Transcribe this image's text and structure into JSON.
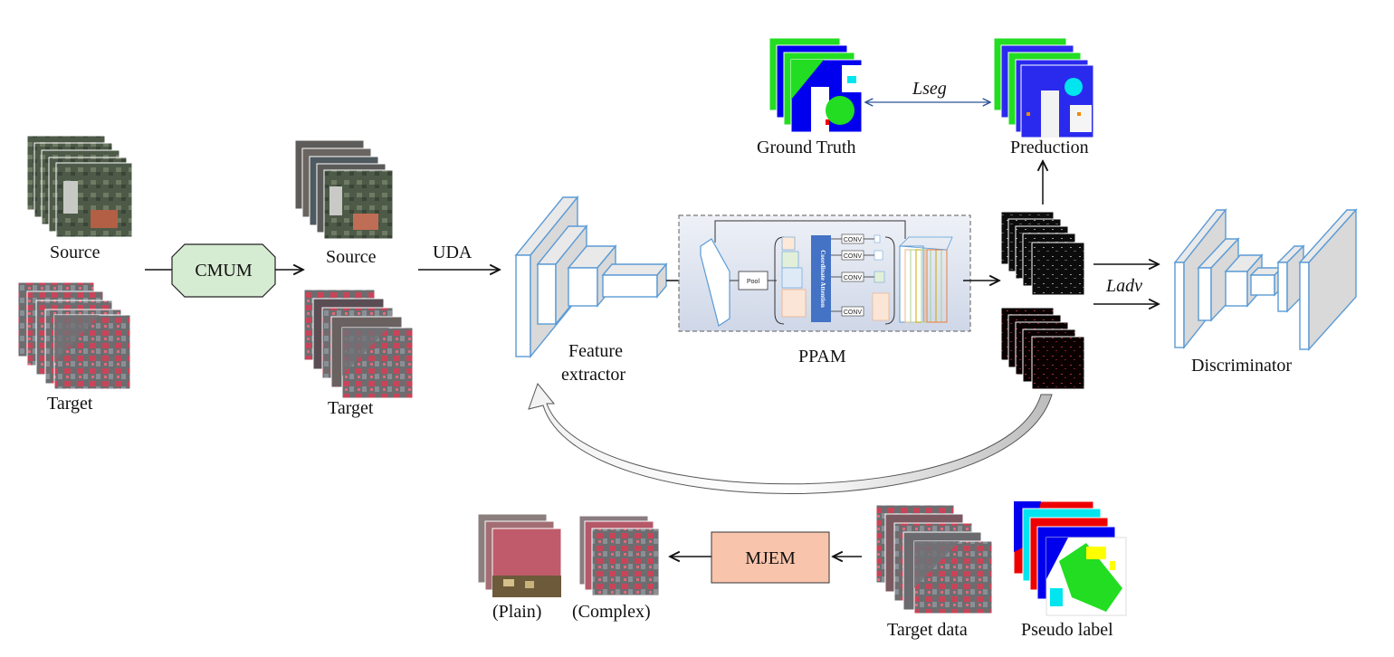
{
  "labels": {
    "source_left": "Source",
    "target_left": "Target",
    "cmum": "CMUM",
    "source_mid": "Source",
    "target_mid": "Target",
    "uda": "UDA",
    "feature_extractor_line1": "Feature",
    "feature_extractor_line2": "extractor",
    "ppam": "PPAM",
    "pool": "Pool",
    "coordinate_attention": "Coordinate Attention",
    "conv": "CONV",
    "ground_truth": "Ground Truth",
    "prediction": "Preduction",
    "lseg": "Lseg",
    "ladv": "Ladv",
    "discriminator": "Discriminator",
    "mjem": "MJEM",
    "plain": "(Plain)",
    "complex": "(Complex)",
    "target_data": "Target data",
    "pseudo_label": "Pseudo label"
  },
  "colors": {
    "cmum_fill": "#d6ecd2",
    "mjem_fill": "#f9c4ac",
    "ppam_bg": "#dde3ef",
    "attention_bar": "#4472c4",
    "block_face": "#d9d9d9",
    "block_edge": "#5b9bd5",
    "seg_green": "#22dd22",
    "seg_blue": "#0000ee",
    "seg_cyan": "#00e5ee",
    "seg_red": "#ee0000",
    "seg_yellow": "#ffff00",
    "aerial_red": "#d84a5a"
  }
}
